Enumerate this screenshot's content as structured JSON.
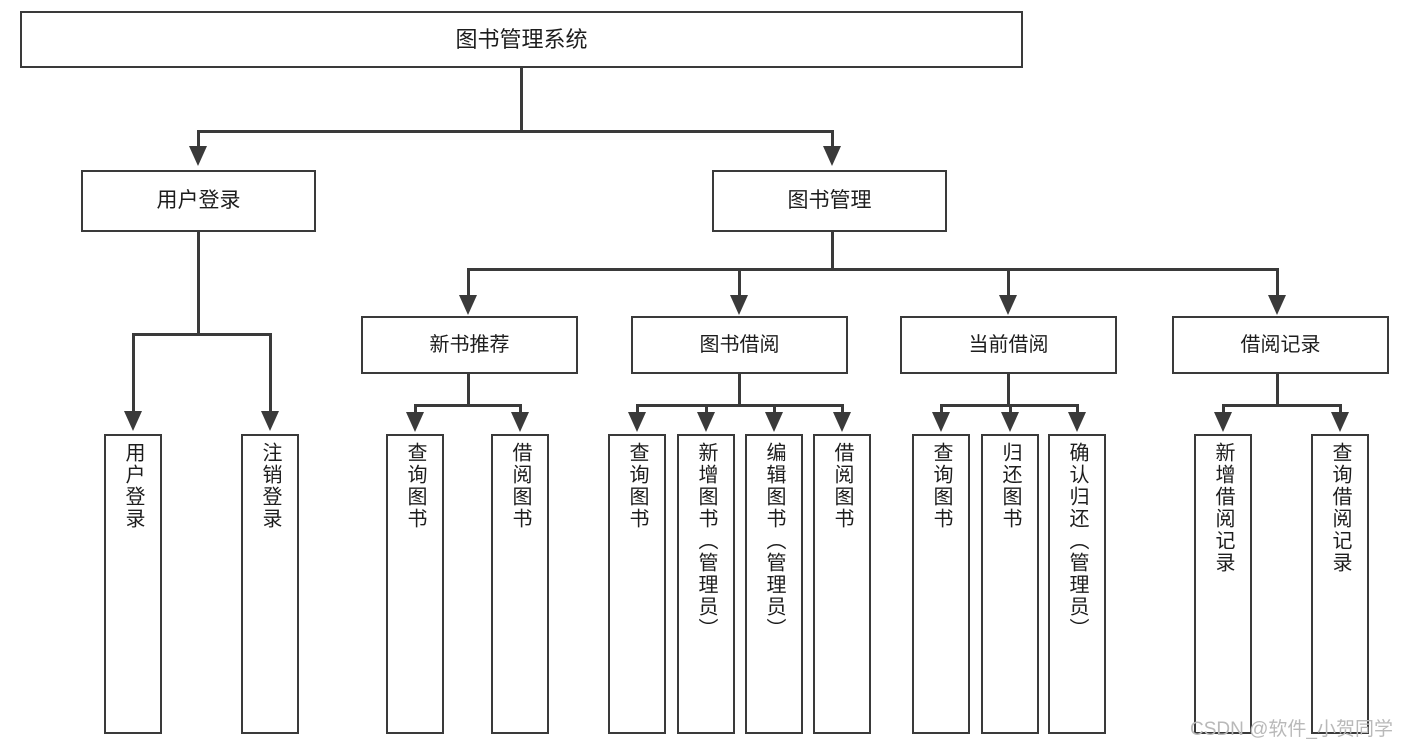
{
  "diagram": {
    "type": "tree",
    "title": "图书管理系统",
    "root": {
      "label": "图书管理系统"
    },
    "level2": [
      {
        "label": "用户登录"
      },
      {
        "label": "图书管理"
      }
    ],
    "level3": [
      {
        "label": "新书推荐"
      },
      {
        "label": "图书借阅"
      },
      {
        "label": "当前借阅"
      },
      {
        "label": "借阅记录"
      }
    ],
    "leaves": {
      "user_login": [
        {
          "label": "用户登录"
        },
        {
          "label": "注销登录"
        }
      ],
      "new_book_recommend": [
        {
          "label": "查询图书"
        },
        {
          "label": "借阅图书"
        }
      ],
      "book_borrow": [
        {
          "label": "查询图书"
        },
        {
          "label": "新增图书（管理员）"
        },
        {
          "label": "编辑图书（管理员）"
        },
        {
          "label": "借阅图书"
        }
      ],
      "current_borrow": [
        {
          "label": "查询图书"
        },
        {
          "label": "归还图书"
        },
        {
          "label": "确认归还（管理员）"
        }
      ],
      "borrow_record": [
        {
          "label": "新增借阅记录"
        },
        {
          "label": "查询借阅记录"
        }
      ]
    }
  },
  "watermark": {
    "text": "CSDN @软件_小贺同学"
  },
  "colors": {
    "box_border": "#3a3a3a",
    "box_fill": "#ffffff",
    "text": "#1d1d1d",
    "connector": "#3a3a3a",
    "watermark": "#b9b9b9",
    "background": "#ffffff"
  }
}
